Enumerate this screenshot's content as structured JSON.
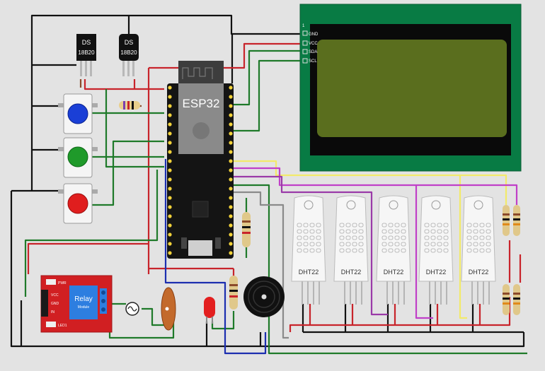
{
  "diagram": {
    "title": "ESP32 sensor circuit",
    "mcu": {
      "label": "ESP32"
    },
    "lcd": {
      "pin_marker": "1",
      "pins": [
        "GND",
        "VCC",
        "SDA",
        "SCL"
      ]
    },
    "temp_sensors": [
      {
        "line1": "DS",
        "line2": "18B20"
      },
      {
        "line1": "DS",
        "line2": "18B20"
      }
    ],
    "dht_sensors": [
      {
        "label": "DHT22"
      },
      {
        "label": "DHT22"
      },
      {
        "label": "DHT22"
      },
      {
        "label": "DHT22"
      },
      {
        "label": "DHT22"
      }
    ],
    "buttons": [
      {
        "color": "blue",
        "hex": "#1a3fd6"
      },
      {
        "color": "green",
        "hex": "#1f9a2a"
      },
      {
        "color": "red",
        "hex": "#e01e1e"
      }
    ],
    "relay": {
      "title": "Relay",
      "subtitle": "Module",
      "pins": [
        "PWR",
        "VCC",
        "GND",
        "IN",
        "LED1"
      ]
    },
    "wire_colors": {
      "black": "#111111",
      "red": "#c8242b",
      "green": "#1f7a2a",
      "blue": "#1c2fb0",
      "yellow": "#f2ea6a",
      "magenta": "#c040c8",
      "gray": "#8a8a8a",
      "brown": "#8b4a2a"
    }
  }
}
